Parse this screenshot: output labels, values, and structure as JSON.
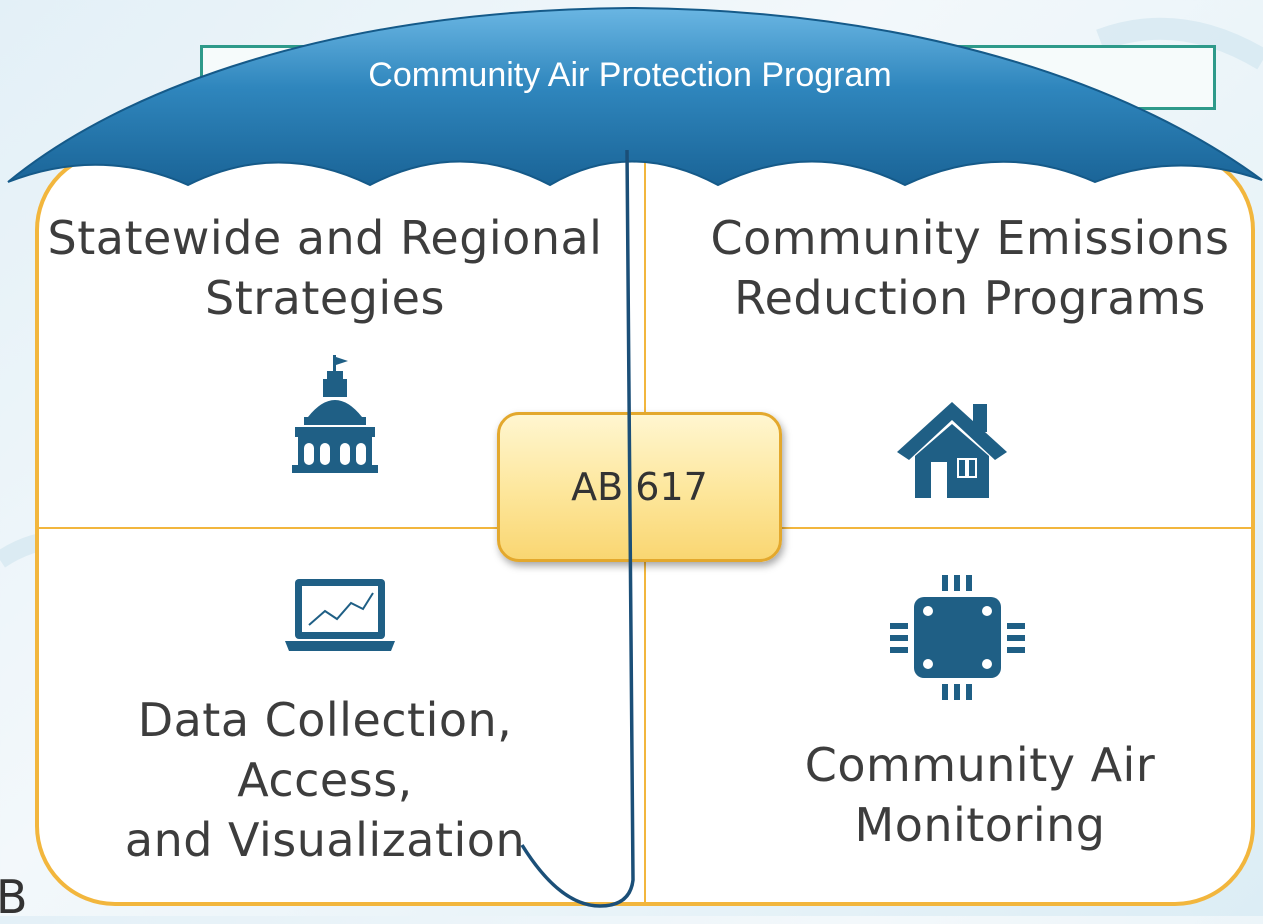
{
  "umbrella": {
    "title": "Community Air Protection Program"
  },
  "quadrants": {
    "top_left": {
      "line1": "Statewide and Regional",
      "line2": "Strategies",
      "icon": "capitol-building-icon"
    },
    "top_right": {
      "line1": "Community Emissions",
      "line2": "Reduction Programs",
      "icon": "house-icon"
    },
    "bottom_left": {
      "line1": "Data Collection, Access,",
      "line2": "and Visualization",
      "icon": "laptop-chart-icon"
    },
    "bottom_right": {
      "line1": "Community Air",
      "line2": "Monitoring",
      "icon": "microchip-sensor-icon"
    }
  },
  "center": {
    "label": "AB 617"
  },
  "corner": {
    "text": "B"
  },
  "colors": {
    "umbrella": "#1d6fa5",
    "box_border": "#f2b63d",
    "icon": "#1f5f85",
    "accent_green": "#2e9a8a"
  }
}
